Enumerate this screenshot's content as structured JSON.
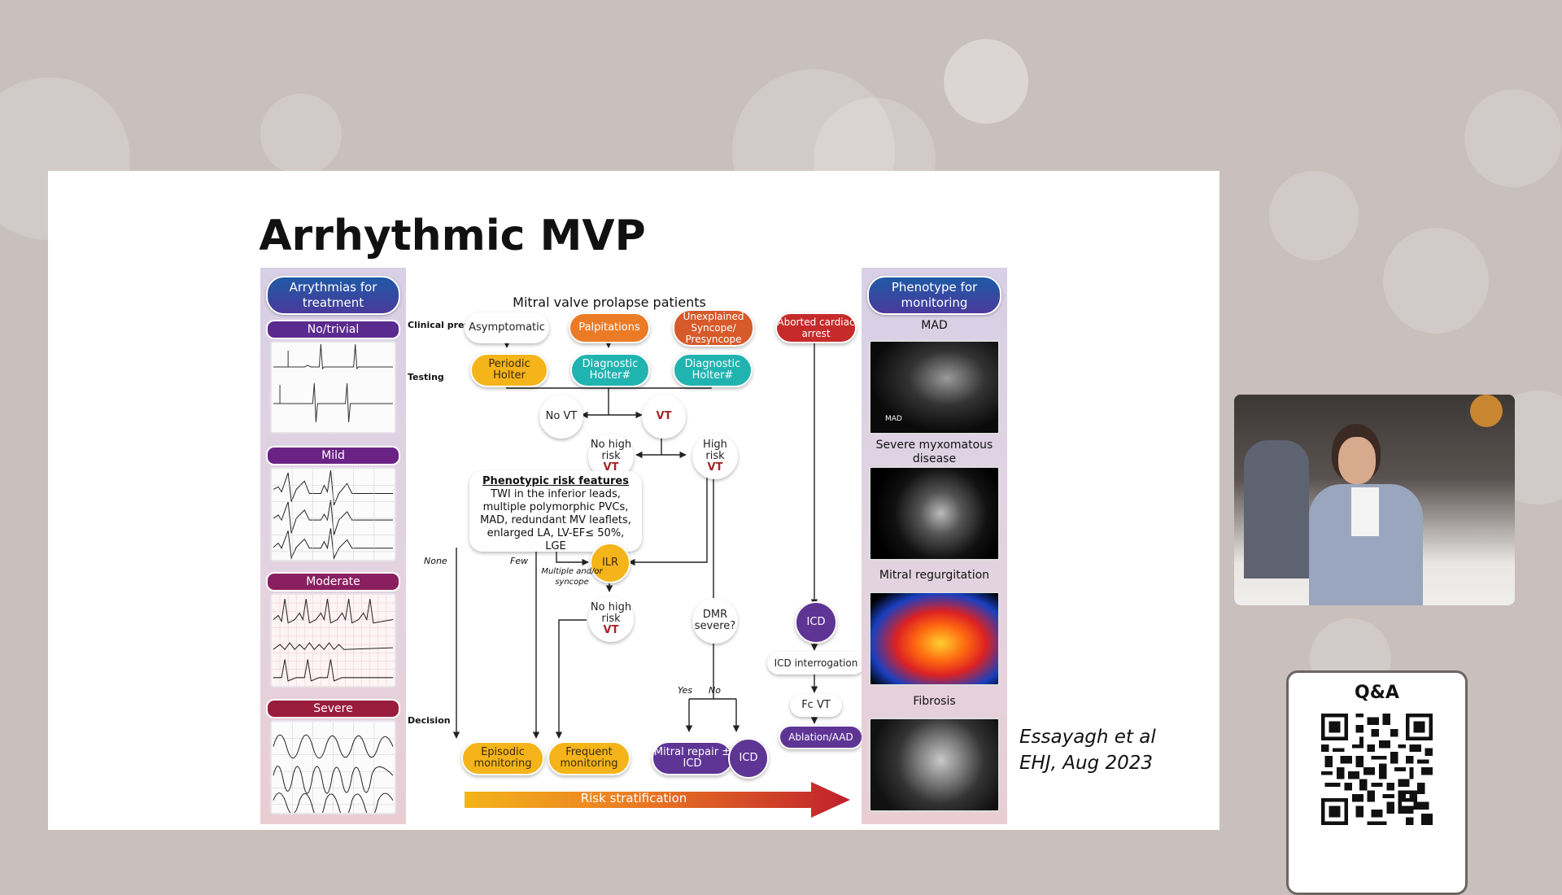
{
  "slide": {
    "title": "Arrhythmic MVP",
    "citation_line1": "Essayagh et al",
    "citation_line2": "EHJ, Aug 2023"
  },
  "left_panel": {
    "header": "Arrythmias for treatment",
    "levels": [
      {
        "label": "No/trivial",
        "color": "#5b2a8e"
      },
      {
        "label": "Mild",
        "color": "#6a2385"
      },
      {
        "label": "Moderate",
        "color": "#8a1f5f"
      },
      {
        "label": "Severe",
        "color": "#9a1c3c"
      }
    ]
  },
  "right_panel": {
    "header": "Phenotype for monitoring",
    "items": [
      {
        "label": "MAD",
        "image": "echo-mad-image",
        "image_tag": "MAD"
      },
      {
        "label": "Severe myxomatous disease",
        "image": "echo-myxomatous-image"
      },
      {
        "label": "Mitral regurgitation",
        "image": "color-doppler-image"
      },
      {
        "label": "Fibrosis",
        "image": "cmr-lge-image"
      }
    ]
  },
  "flow": {
    "heading": "Mitral valve prolapse patients",
    "row_labels": {
      "clinical": "Clinical presentation",
      "testing": "Testing",
      "decision": "Decision"
    },
    "presentation": [
      "Asymptomatic",
      "Palpitations",
      "Unexplained Syncope/ Presyncope",
      "Aborted cardiac arrest"
    ],
    "testing": [
      "Periodic Holter",
      "Diagnostic Holter#",
      "Diagnostic Holter#"
    ],
    "no_vt": "No VT",
    "vt": "VT",
    "no_high_risk_prefix": "No high risk",
    "high_risk_prefix": "High risk",
    "vt_suffix": "VT",
    "risk_features": {
      "title": "Phenotypic risk features",
      "text": "TWI in the inferior leads, multiple polymorphic PVCs, MAD, redundant MV leaflets, enlarged LA, LV-EF≤ 50%, LGE"
    },
    "ilr": "ILR",
    "dmr": "DMR severe?",
    "icd": "ICD",
    "icd_interrogation": "ICD interrogation",
    "fc_vt": "Fc VT",
    "ablation": "Ablation/AAD",
    "branch_labels": {
      "none": "None",
      "few": "Few",
      "multiple": "Multiple and/or syncope",
      "yes": "Yes",
      "no": "No"
    },
    "decisions": [
      "Episodic monitoring",
      "Frequent monitoring",
      "Mitral repair ± ICD",
      "ICD"
    ],
    "risk_bar": "Risk stratification"
  },
  "overlay": {
    "qa_title": "Q&A",
    "speaker_video": "speaker-video-feed"
  }
}
